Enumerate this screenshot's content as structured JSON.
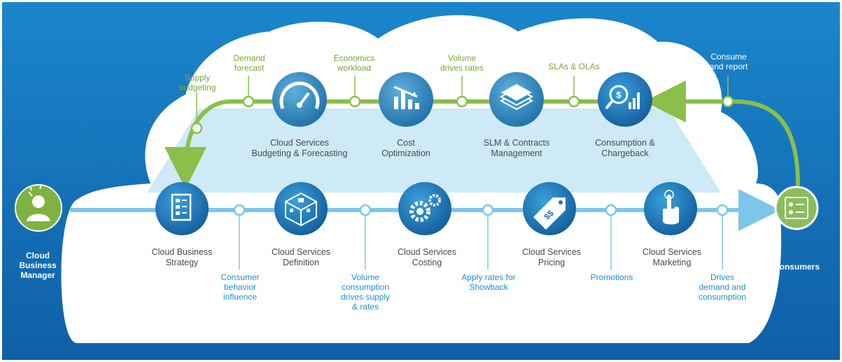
{
  "actors": {
    "manager": {
      "lines": [
        "Cloud",
        "Business",
        "Manager"
      ]
    },
    "consumers": {
      "lines": [
        "Consumers"
      ]
    }
  },
  "top_steps": [
    {
      "icon": "speedometer-icon",
      "lines": [
        "Cloud Services",
        "Budgeting & Forecasting"
      ]
    },
    {
      "icon": "cost-chart-icon",
      "lines": [
        "Cost",
        "Optimization"
      ]
    },
    {
      "icon": "documents-stack-icon",
      "lines": [
        "SLM & Contracts",
        "Management"
      ]
    },
    {
      "icon": "chargeback-magnifier-icon",
      "lines": [
        "Consumption &",
        "Chargeback"
      ]
    }
  ],
  "bottom_steps": [
    {
      "icon": "strategy-document-icon",
      "lines": [
        "Cloud Business",
        "Strategy"
      ]
    },
    {
      "icon": "service-definition-cube-icon",
      "lines": [
        "Cloud Services",
        "Definition"
      ]
    },
    {
      "icon": "gears-icon",
      "lines": [
        "Cloud Services",
        "Costing"
      ]
    },
    {
      "icon": "price-tag-icon",
      "lines": [
        "Cloud Services",
        "Pricing"
      ]
    },
    {
      "icon": "hand-pointer-icon",
      "lines": [
        "Cloud Services",
        "Marketing"
      ]
    }
  ],
  "top_annotations": [
    {
      "lines": [
        "Supply",
        "budgeting"
      ]
    },
    {
      "lines": [
        "Demand",
        "forecast"
      ]
    },
    {
      "lines": [
        "Economics",
        "workload"
      ]
    },
    {
      "lines": [
        "Volume",
        "drives rates"
      ]
    },
    {
      "lines": [
        "SLAs & OLAs"
      ]
    },
    {
      "lines": [
        "Consume",
        "and report"
      ]
    }
  ],
  "bottom_annotations": [
    {
      "lines": [
        "Consumer",
        "behavior",
        "influence"
      ]
    },
    {
      "lines": [
        "Volume",
        "consumption",
        "drives supply",
        "& rates"
      ]
    },
    {
      "lines": [
        "Apply rates for",
        "Showback"
      ]
    },
    {
      "lines": [
        "Promotions"
      ]
    },
    {
      "lines": [
        "Drives",
        "demand and",
        "consumption"
      ]
    }
  ],
  "colors": {
    "background_blue": "#1a7cc4",
    "cloud": "#ffffff",
    "trapezoid": "#c5e6f4",
    "green_flow": "#8bbf4a",
    "blue_flow": "#7cc6ea",
    "icon_circle": "#1b74b9",
    "top_icon_circle": "#2f8fc4",
    "actor_manager": "#7fb241",
    "actor_consumers": "#8bbd5b",
    "label_green": "#7aa63a",
    "label_blue": "#1e8fc8",
    "label_dark": "#4a4a4a"
  }
}
